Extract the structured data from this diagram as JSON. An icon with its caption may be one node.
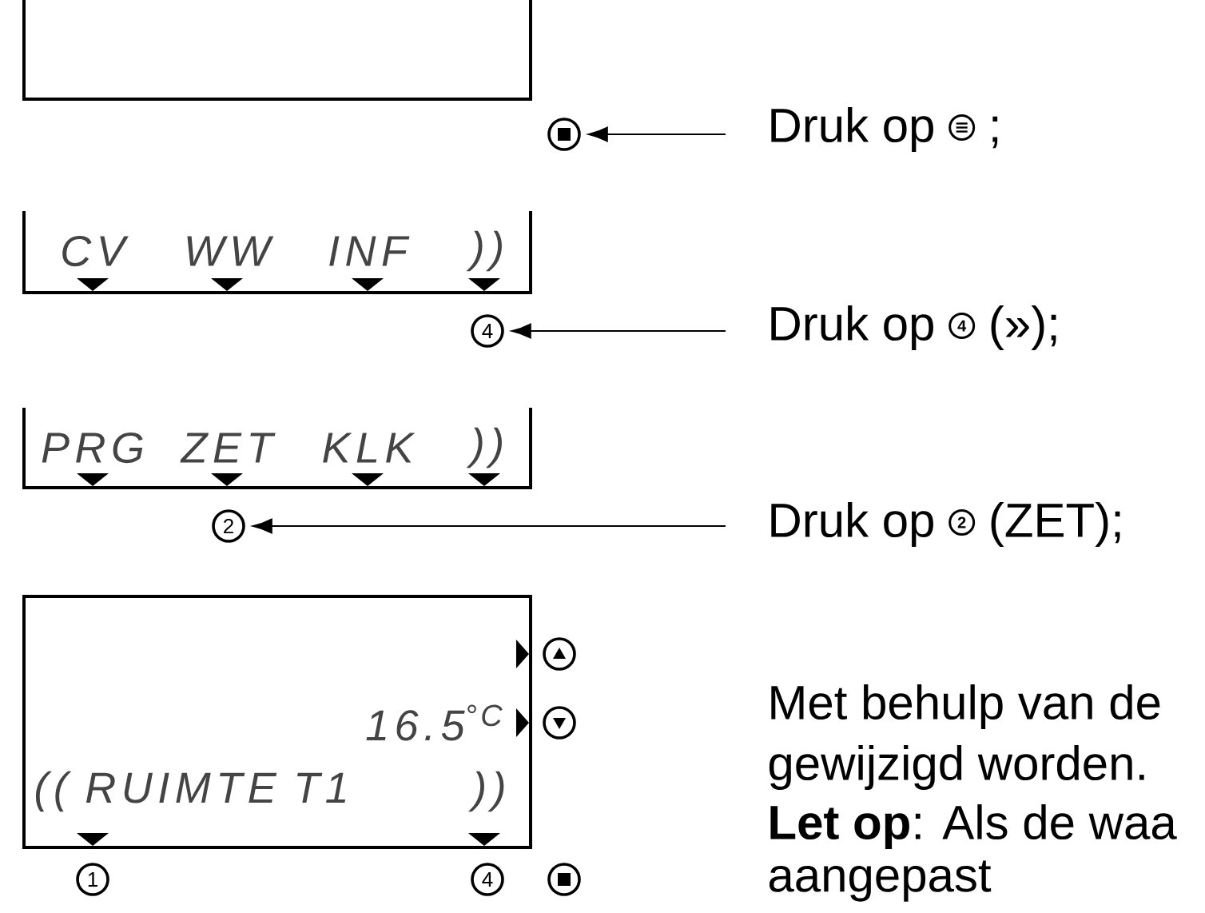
{
  "diagram": {
    "nodes": [
      {
        "text": [],
        "shape": "box"
      },
      {
        "text": [],
        "shape": "circle"
      },
      {
        "text": [
          "Druk op",
          ";"
        ]
      },
      {
        "text": [
          "CV",
          "WW",
          "INF",
          "))"
        ]
      },
      {
        "text": [
          "4"
        ]
      },
      {
        "text": [
          "Druk op",
          "4",
          "(»);"
        ]
      },
      {
        "text": [
          "PRG",
          "ZET",
          "KLK",
          "))"
        ]
      },
      {
        "text": [
          "2"
        ]
      },
      {
        "text": [
          "Druk op",
          "2",
          "(ZET);"
        ]
      },
      {
        "text": [
          "16.5$^{°C}$",
          "(( RUIMTE T1",
          "))"
        ]
      },
      {
        "text": [],
        "shape": "circle"
      },
      {
        "text": [],
        "shape": "circle"
      },
      {
        "text": [
          "1"
        ]
      },
      {
        "text": [
          "4"
        ]
      },
      {
        "text": [],
        "shape": "circle"
      }
    ],
    "edges": [
      {
        "from": 2,
        "to": 1,
        "arrow": "to"
      },
      {
        "from": 5,
        "to": 4,
        "arrow": "to"
      },
      {
        "from": 8,
        "to": 7,
        "arrow": "to"
      }
    ],
    "labels": [
      "Met behulp van de",
      "gewijzigd worden.",
      "**Let op**: Als de waa",
      "aangepast"
    ]
  }
}
